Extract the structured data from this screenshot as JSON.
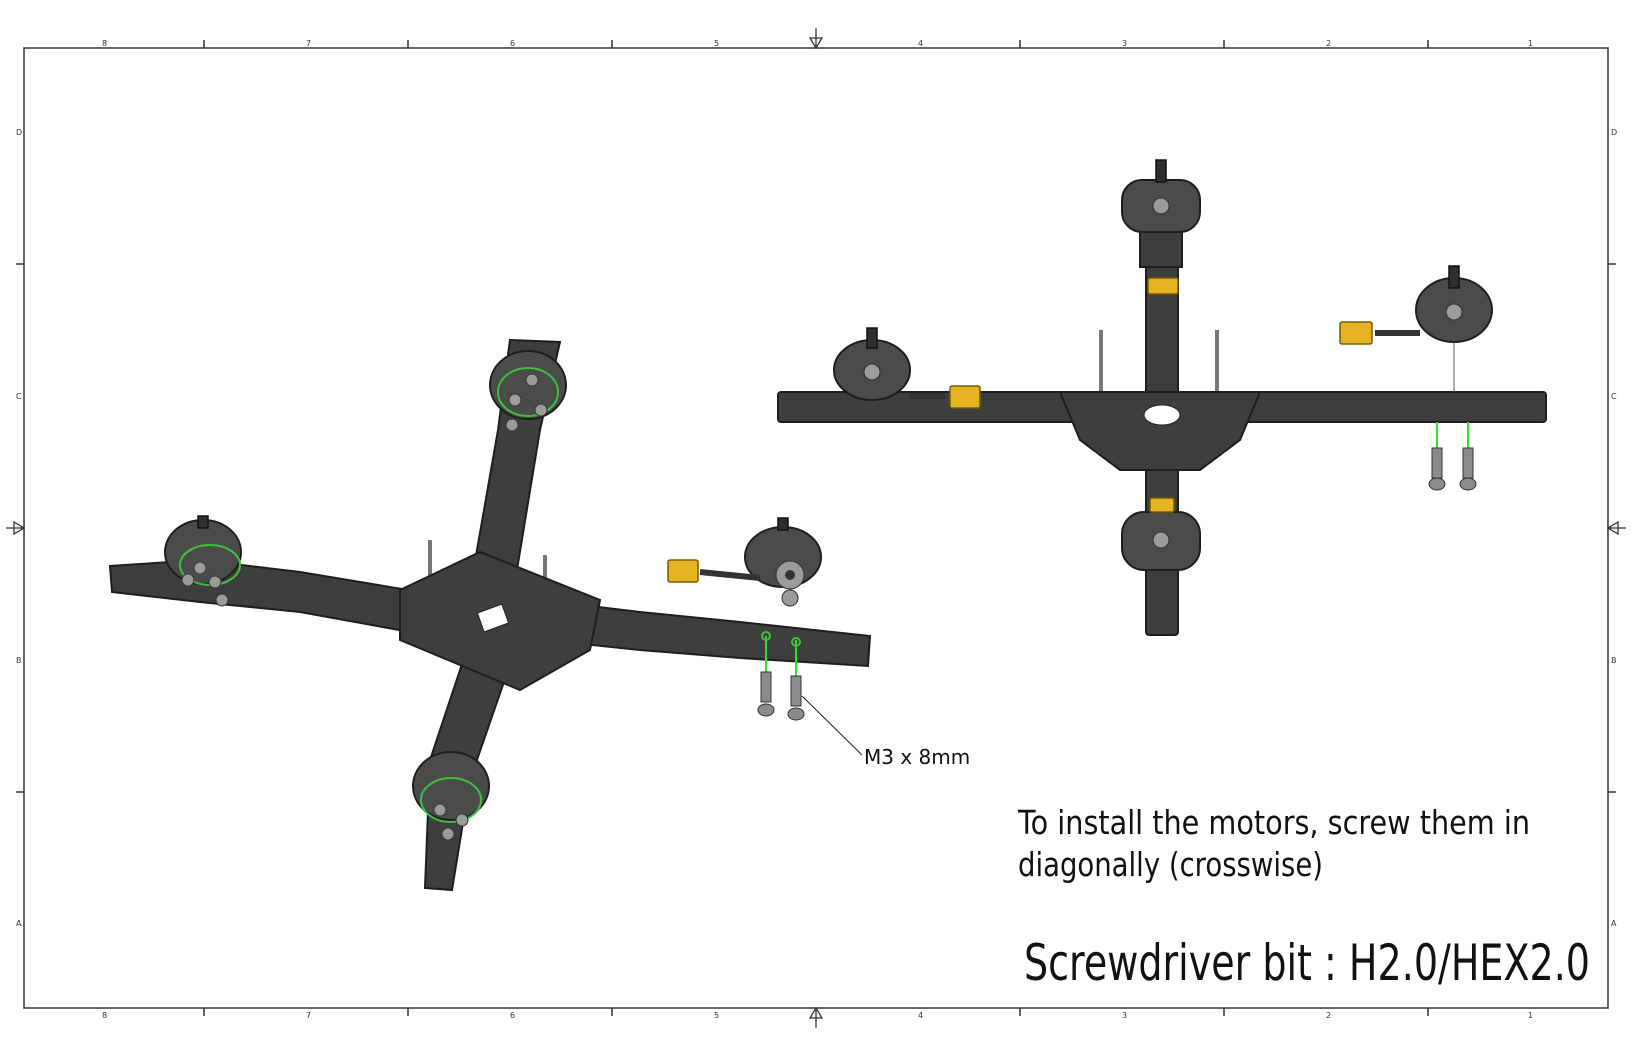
{
  "sheet": {
    "column_labels": [
      "8",
      "7",
      "6",
      "5",
      "4",
      "3",
      "2",
      "1"
    ],
    "row_labels": [
      "D",
      "C",
      "B",
      "A"
    ]
  },
  "callout": {
    "screw_label": "M3 x 8mm"
  },
  "notes": {
    "instruction_line1": "To install the motors, screw them in",
    "instruction_line2": "diagonally (crosswise)",
    "title": "Screwdriver bit : H2.0/HEX2.0"
  },
  "colors": {
    "carbon": "#3c3f3b",
    "connector": "#e6b422",
    "guide": "#2ee02e"
  }
}
